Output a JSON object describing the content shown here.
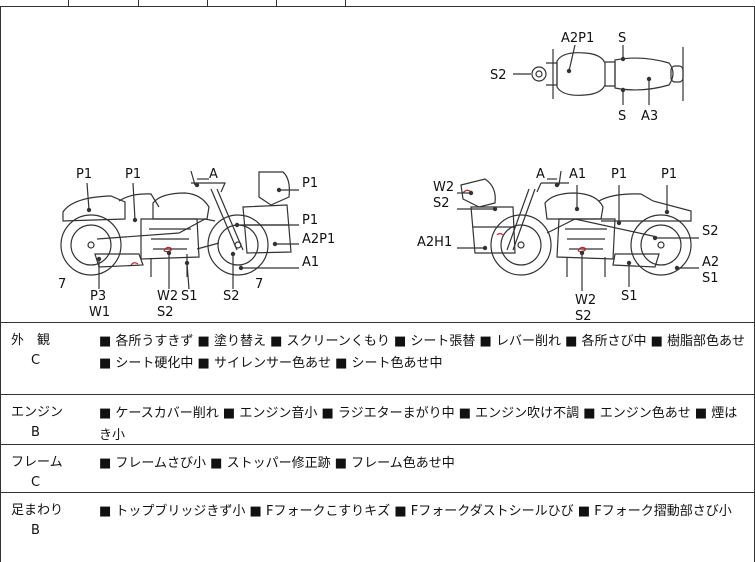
{
  "diagram": {
    "top_view": {
      "labels": {
        "a2p1": "A2P1",
        "s_top": "S",
        "s2": "S2",
        "s_bottom": "S",
        "a3": "A3"
      }
    },
    "left_view": {
      "labels": {
        "p1_a": "P1",
        "p1_b": "P1",
        "a": "A",
        "p1_c": "P1",
        "p1_d": "P1",
        "a2p1": "A2P1",
        "a1": "A1",
        "seven_a": "7",
        "p3": "P3",
        "w1": "W1",
        "w2": "W2",
        "s1": "S1",
        "s2_a": "S2",
        "s2_b": "S2",
        "seven_b": "7"
      }
    },
    "right_view": {
      "labels": {
        "a": "A",
        "a1": "A1",
        "p1_a": "P1",
        "p1_b": "P1",
        "w2_a": "W2",
        "s2_a": "S2",
        "a2h1": "A2H1",
        "s2_b": "S2",
        "a2": "A2",
        "s1_a": "S1",
        "w2_b": "W2",
        "s2_c": "S2",
        "s1_b": "S1"
      }
    }
  },
  "conditions": [
    {
      "category": "外　観",
      "grade": "C",
      "notes": "■ 各所うすきず ■ 塗り替え ■ スクリーンくもり ■ シート張替 ■ レバー削れ ■ 各所さび中 ■ 樹脂部色あせ ■ シート硬化中 ■ サイレンサー色あせ ■ シート色あせ中"
    },
    {
      "category": "エンジン",
      "grade": "B",
      "notes": "■ ケースカバー削れ ■ エンジン音小 ■ ラジエターまがり中 ■ エンジン吹け不調 ■ エンジン色あせ ■ 煙はき小"
    },
    {
      "category": "フレーム",
      "grade": "C",
      "notes": "■ フレームさび小 ■ ストッパー修正跡 ■ フレーム色あせ中"
    },
    {
      "category": "足まわり",
      "grade": "B",
      "notes": "■ トップブリッジきず小 ■ Fフォークこすりキズ ■ Fフォークダストシールひび ■ Fフォーク摺動部さび小"
    }
  ]
}
